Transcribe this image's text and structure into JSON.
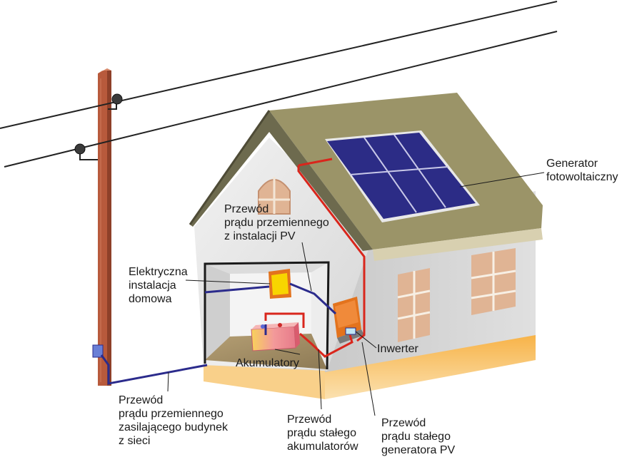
{
  "colors": {
    "pole": "#b85a3c",
    "wire": "#222222",
    "roof": "#9b9468",
    "wall_front": "#e6e6e6",
    "wall_side": "#d2d2d2",
    "foundation": "#f4a83a",
    "panel": "#2c2c86",
    "ac_cable": "#2b2b8c",
    "dc_cable": "#d9261c",
    "window": "#e0b494",
    "floor": "#a69068"
  },
  "labels": {
    "pv_generator": [
      "Generator",
      "fotowoltaiczny"
    ],
    "ac_cable_pv": [
      "Przewód",
      "prądu przemiennego",
      "z instalacji PV"
    ],
    "home_installation": [
      "Elektryczna",
      "instalacja",
      "domowa"
    ],
    "batteries": [
      "Akumulatory"
    ],
    "inverter": [
      "Inwerter"
    ],
    "ac_cable_grid": [
      "Przewód",
      "prądu przemiennego",
      "zasilającego budynek",
      "z sieci"
    ],
    "dc_cable_batteries": [
      "Przewód",
      "prądu stałego",
      "akumulatorów"
    ],
    "dc_cable_pv": [
      "Przewód",
      "prądu stałego",
      "generatora PV"
    ]
  }
}
